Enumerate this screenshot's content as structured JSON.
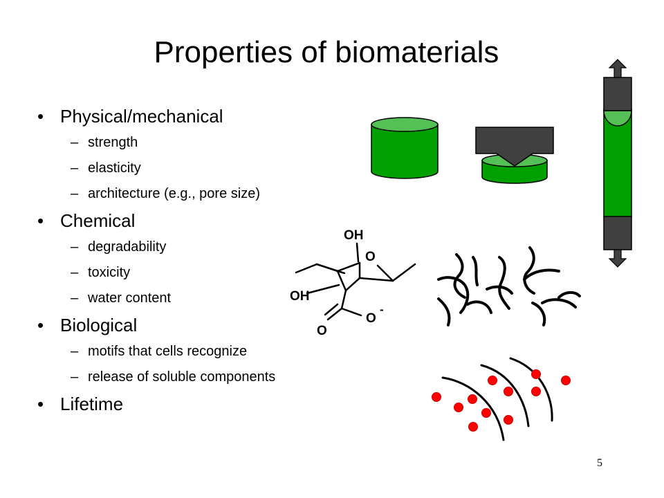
{
  "slide": {
    "title": "Properties of biomaterials",
    "page_number": "5"
  },
  "bullets": [
    {
      "label": "Physical/mechanical",
      "sub": [
        "strength",
        "elasticity",
        "architecture (e.g., pore size)"
      ]
    },
    {
      "label": "Chemical",
      "sub": [
        "degradability",
        "toxicity",
        "water content"
      ]
    },
    {
      "label": "Biological",
      "sub": [
        "motifs that cells recognize",
        "release of soluble components"
      ]
    },
    {
      "label": "Lifetime",
      "sub": []
    }
  ],
  "molecule": {
    "oh_top": "OH",
    "ring_o": "O",
    "oh_left": "OH",
    "o_minus": "O",
    "charge": "-",
    "carbonyl_o": "O"
  },
  "colors": {
    "green": "#00a000",
    "dark_gray": "#404040",
    "red": "#ff0000"
  },
  "icons": [
    "cylinder-icon",
    "compressed-cylinder-icon",
    "stretch-test-icon",
    "polymer-chains-icon",
    "release-dots-icon"
  ]
}
